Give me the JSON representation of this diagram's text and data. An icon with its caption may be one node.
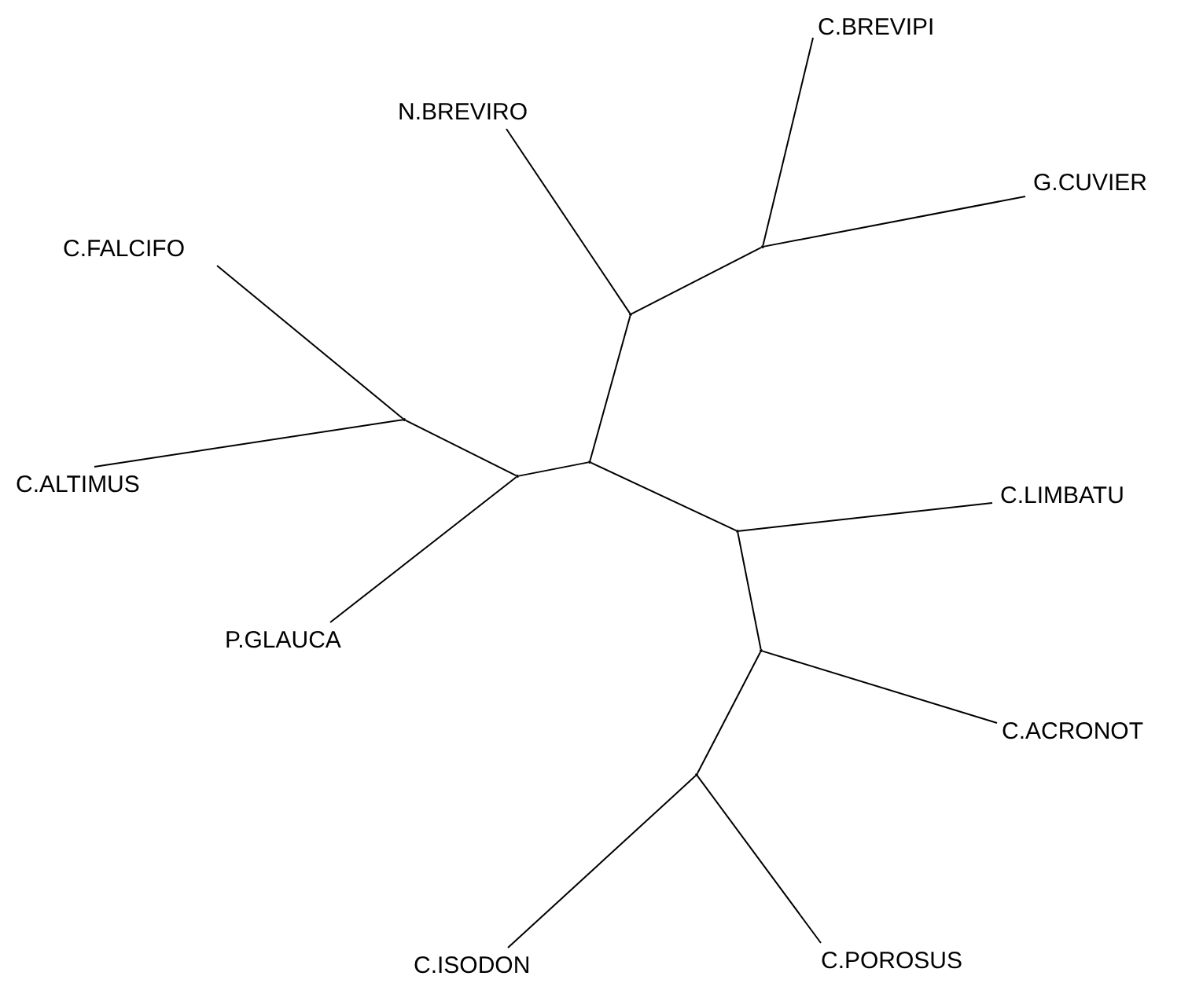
{
  "diagram": {
    "nodes": [
      {
        "text": [
          "C.BREVIPI"
        ]
      },
      {
        "text": [
          "N.BREVIRO"
        ]
      },
      {
        "text": [
          "G.CUVIER"
        ]
      },
      {
        "text": [
          "C.FALCIFO"
        ]
      },
      {
        "text": [
          "C.LIMBATU"
        ]
      },
      {
        "text": [
          "C.ALTIMUS"
        ]
      },
      {
        "text": [
          "P.GLAUCA"
        ]
      },
      {
        "text": [
          "C.ACRONOT"
        ]
      },
      {
        "text": [
          "C.ISODON"
        ]
      },
      {
        "text": [
          "C.POROSUS"
        ]
      },
      {
        "text": [],
        "shape": "point"
      },
      {
        "text": [],
        "shape": "point"
      },
      {
        "text": [],
        "shape": "point"
      },
      {
        "text": [],
        "shape": "point"
      },
      {
        "text": [],
        "shape": "point"
      },
      {
        "text": [],
        "shape": "point"
      },
      {
        "text": [],
        "shape": "point"
      },
      {
        "text": [],
        "shape": "point"
      }
    ],
    "edges": [
      {
        "from": 11,
        "to": 1,
        "arrow": "none"
      },
      {
        "from": 11,
        "to": 10,
        "arrow": "none"
      },
      {
        "from": 10,
        "to": 0,
        "arrow": "none"
      },
      {
        "from": 10,
        "to": 2,
        "arrow": "none"
      },
      {
        "from": 13,
        "to": 11,
        "arrow": "none"
      },
      {
        "from": 13,
        "to": 14,
        "arrow": "none"
      },
      {
        "from": 14,
        "to": 12,
        "arrow": "none"
      },
      {
        "from": 14,
        "to": 6,
        "arrow": "none"
      },
      {
        "from": 12,
        "to": 3,
        "arrow": "none"
      },
      {
        "from": 12,
        "to": 5,
        "arrow": "none"
      },
      {
        "from": 13,
        "to": 15,
        "arrow": "none"
      },
      {
        "from": 15,
        "to": 4,
        "arrow": "none"
      },
      {
        "from": 15,
        "to": 16,
        "arrow": "none"
      },
      {
        "from": 16,
        "to": 7,
        "arrow": "none"
      },
      {
        "from": 16,
        "to": 17,
        "arrow": "none"
      },
      {
        "from": 17,
        "to": 8,
        "arrow": "none"
      },
      {
        "from": 17,
        "to": 9,
        "arrow": "none"
      }
    ]
  }
}
